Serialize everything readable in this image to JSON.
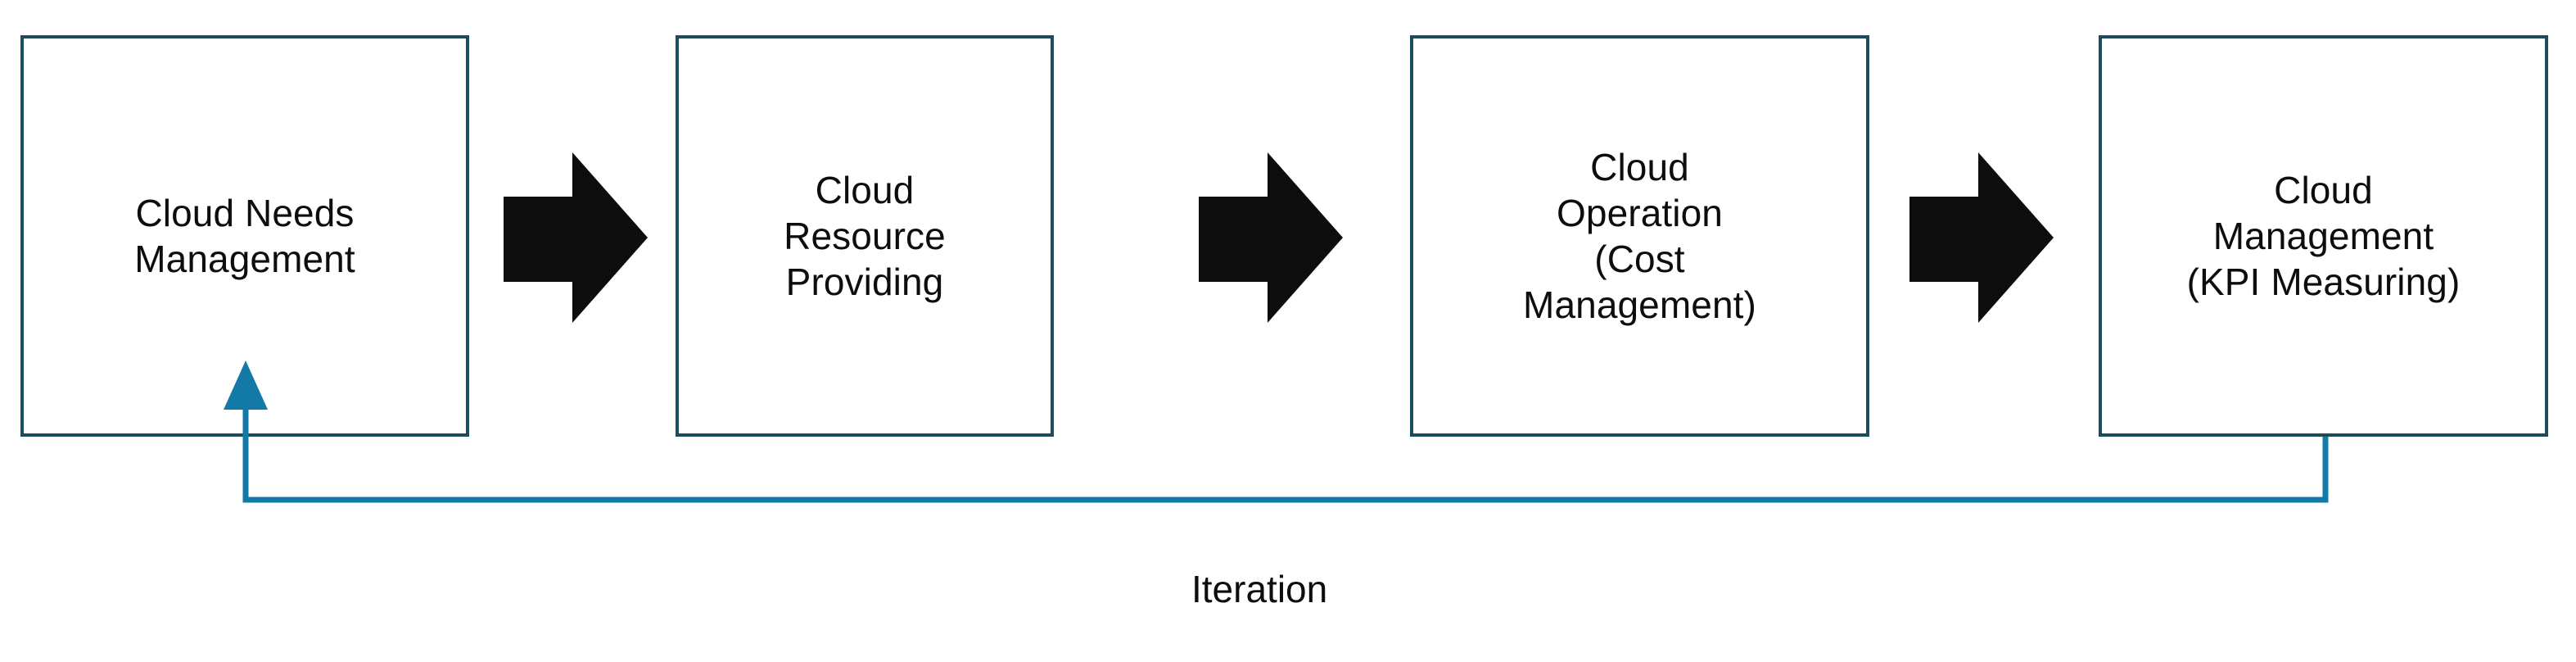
{
  "diagram": {
    "type": "process-flow",
    "orientation": "horizontal",
    "background_color": "#ffffff",
    "box_border_color": "#1d4b5c",
    "box_fill_color": "#ffffff",
    "arrow_color": "#0d0d0d",
    "loop_color": "#1379a7",
    "text_color": "#0d0d0d",
    "steps": [
      {
        "index": 1,
        "name": "cloud-needs-management",
        "label": "Cloud Needs\nManagement",
        "lines": [
          "Cloud Needs",
          "Management"
        ]
      },
      {
        "index": 2,
        "name": "cloud-resource-providing",
        "label": "Cloud\nResource\nProviding",
        "lines": [
          "Cloud",
          "Resource",
          "Providing"
        ]
      },
      {
        "index": 3,
        "name": "cloud-operation-cost-management",
        "label": "Cloud\nOperation\n(Cost\nManagement)",
        "lines": [
          "Cloud",
          "Operation",
          "(Cost",
          "Management)"
        ]
      },
      {
        "index": 4,
        "name": "cloud-management-kpi-measuring",
        "label": "Cloud\nManagement\n(KPI Measuring)",
        "lines": [
          "Cloud",
          "Management",
          "(KPI Measuring)"
        ]
      }
    ],
    "connectors": [
      {
        "name": "arrow-step1-to-step2",
        "from": 1,
        "to": 2,
        "style": "block-arrow",
        "direction": "right"
      },
      {
        "name": "arrow-step2-to-step3",
        "from": 2,
        "to": 3,
        "style": "block-arrow",
        "direction": "right"
      },
      {
        "name": "arrow-step3-to-step4",
        "from": 3,
        "to": 4,
        "style": "block-arrow",
        "direction": "right"
      }
    ],
    "feedback_loop": {
      "name": "iteration-loop",
      "label": "Iteration",
      "from": 4,
      "to": 1,
      "direction": "right-to-left",
      "arrowhead_at": "step1-bottom"
    }
  }
}
